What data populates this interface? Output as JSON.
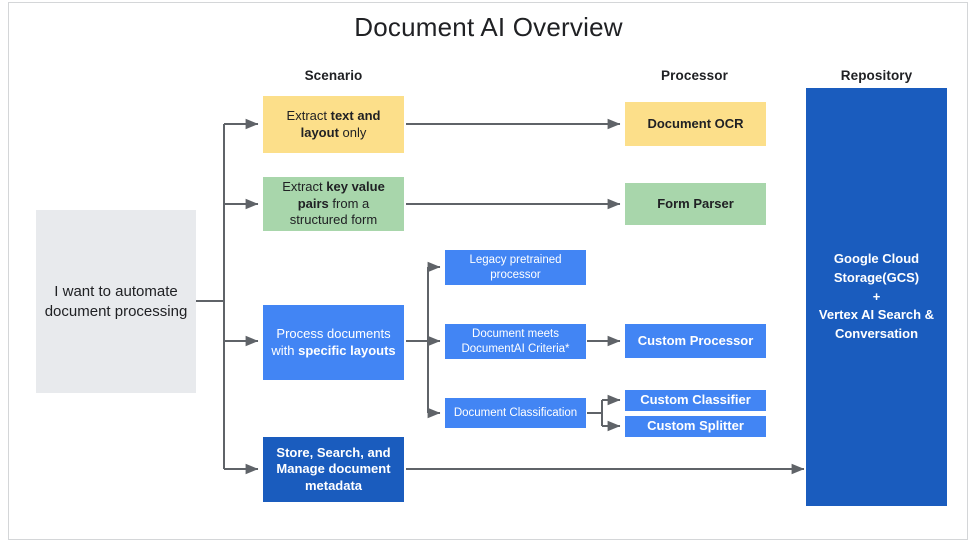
{
  "title": "Document AI Overview",
  "columns": [
    {
      "label": "Scenario"
    },
    {
      "label": "Processor"
    },
    {
      "label": "Repository"
    }
  ],
  "colors": {
    "grey": "#e8eaed",
    "yellow": "#fcdf8a",
    "green": "#a8d6ab",
    "blue": "#4285f4",
    "navy": "#1a5cbe",
    "connector": "#5f6368",
    "text_dark": "#202124",
    "text_light": "#ffffff",
    "canvas": "#ffffff",
    "frame": "#d4d6d8"
  },
  "entry": {
    "label": "I want to automate document processing"
  },
  "scenarios": [
    {
      "id": "extract-text-layout",
      "html": "Extract <b>text and layout</b> only",
      "color": "yellow"
    },
    {
      "id": "extract-key-value",
      "html": "Extract <b>key value pairs</b> from a structured form",
      "color": "green"
    },
    {
      "id": "process-specific-layouts",
      "html": "Process documents with <b>specific layouts</b>",
      "color": "blue"
    },
    {
      "id": "store-search-manage",
      "html": "<b>Store, Search, and Manage</b> document metadata",
      "color": "navy"
    }
  ],
  "intermediates": [
    {
      "id": "legacy-pretrained-processor",
      "label": "Legacy pretrained processor"
    },
    {
      "id": "document-meets-criteria",
      "label": "Document meets DocumentAI Criteria*"
    },
    {
      "id": "document-classification",
      "label": "Document Classification"
    }
  ],
  "processors": [
    {
      "id": "document-ocr",
      "label": "Document OCR",
      "color": "yellow"
    },
    {
      "id": "form-parser",
      "label": "Form Parser",
      "color": "green"
    },
    {
      "id": "custom-processor",
      "label": "Custom Processor",
      "color": "blue"
    },
    {
      "id": "custom-classifier",
      "label": "Custom Classifier",
      "color": "blue"
    },
    {
      "id": "custom-splitter",
      "label": "Custom Splitter",
      "color": "blue"
    }
  ],
  "repository": {
    "line1": "Google Cloud",
    "line2": "Storage(GCS)",
    "line3": "+",
    "line4": "Vertex AI Search &",
    "line5": "Conversation"
  }
}
